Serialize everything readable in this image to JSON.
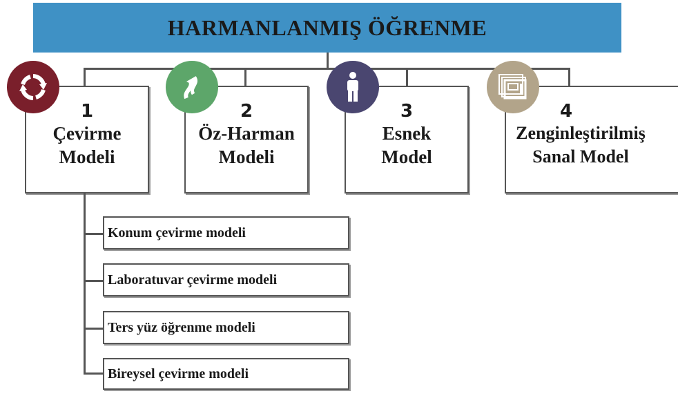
{
  "title": "HARMANLANMIŞ ÖĞRENME",
  "models": [
    {
      "number": "1",
      "label": "Çevirme\nModeli",
      "icon": "cycle-arrows-icon",
      "color": "#7a1f2b"
    },
    {
      "number": "2",
      "label": "Öz-Harman\nModeli",
      "icon": "curved-arrows-icon",
      "color": "#5da66a"
    },
    {
      "number": "3",
      "label": "Esnek\nModel",
      "icon": "person-icon",
      "color": "#4a4670"
    },
    {
      "number": "4",
      "label": "Zenginleştirilmiş\nSanal Model",
      "icon": "stacked-screens-icon",
      "color": "#b2a48a"
    }
  ],
  "sub_models": [
    "Konum çevirme modeli",
    "Laboratuvar çevirme modeli",
    "Ters yüz öğrenme modeli",
    "Bireysel çevirme modeli"
  ]
}
